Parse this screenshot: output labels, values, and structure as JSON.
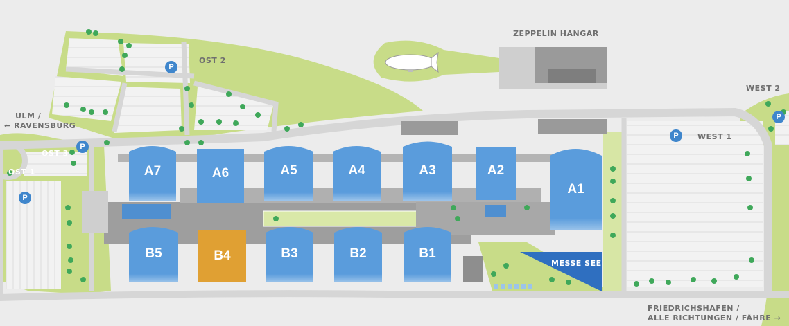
{
  "colors": {
    "background": "#ececec",
    "green": "#c8dc88",
    "hall_blue": "#5b9ddd",
    "hall_highlight": "#e0a033",
    "building_grey": "#999999",
    "road": "#d6d6d6",
    "lake_blue": "#2f6fc0",
    "parking_blue": "#3f86cc",
    "tree": "#3fa85a"
  },
  "halls": {
    "a7": "A7",
    "a6": "A6",
    "a5": "A5",
    "a4": "A4",
    "a3": "A3",
    "a2": "A2",
    "a1": "A1",
    "b5": "B5",
    "b4": "B4",
    "b3": "B3",
    "b2": "B2",
    "b1": "B1"
  },
  "highlighted_hall": "B4",
  "areas": {
    "zeppelin_hangar": "ZEPPELIN HANGAR",
    "messe_see": "MESSE SEE",
    "ost_1": "OST 1",
    "ost_2": "OST 2",
    "ost_3": "OST 3",
    "west_1": "WEST 1",
    "west_2": "WEST 2"
  },
  "parking_symbol": "P",
  "directions": {
    "ulm_line1": "ULM /",
    "ulm_line2": "← RAVENSBURG",
    "fn_line1": "FRIEDRICHSHAFEN /",
    "fn_line2": "ALLE RICHTUNGEN / FÄHRE →"
  },
  "icons": [
    "zeppelin-airship-icon",
    "parking-icon",
    "tree-icon"
  ]
}
